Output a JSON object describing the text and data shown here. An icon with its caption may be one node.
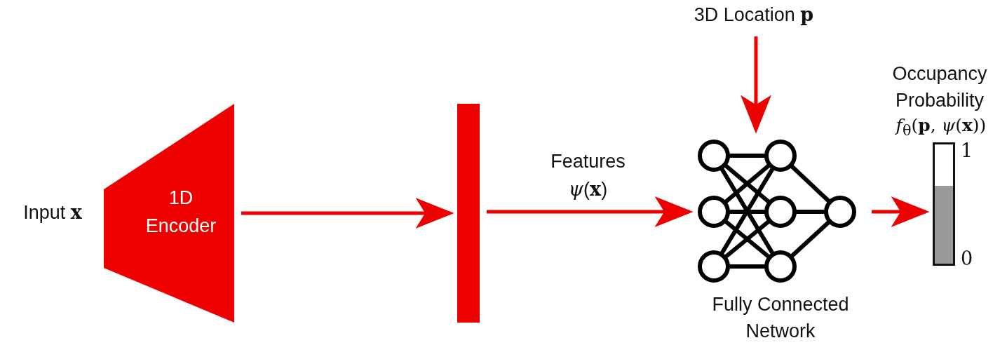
{
  "diagram": {
    "nodes": [
      {
        "text": [
          "1D Encoder"
        ]
      },
      {
        "text": [],
        "shape": "bar"
      },
      {
        "text": [
          "3D Location **p**"
        ]
      },
      {
        "text": [
          "Fully Connected Network"
        ]
      },
      {
        "text": [],
        "shape": "bar",
        "beside": [
          "Occupancy Probability",
          "*f*$_{θ}$(**p**, *ψ*(**x**))",
          "1",
          "0"
        ]
      }
    ],
    "edges": [
      {
        "from": 0,
        "to": 1,
        "arrow": "to"
      },
      {
        "from": 1,
        "to": 3,
        "arrow": "to",
        "label": "Features *ψ*(**x**)"
      },
      {
        "from": 2,
        "to": 3,
        "arrow": "to"
      },
      {
        "from": 3,
        "to": 4,
        "arrow": "to"
      }
    ],
    "labels": [
      "Input **x**"
    ]
  }
}
